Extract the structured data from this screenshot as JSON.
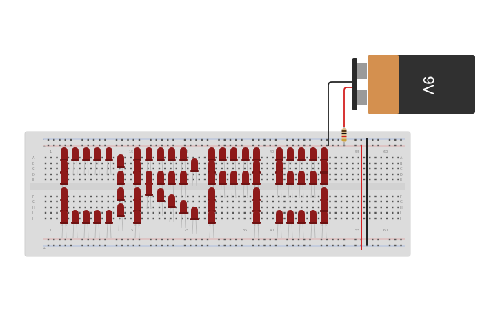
{
  "battery": {
    "voltage_label": "9V",
    "body_color": "#303030",
    "label_color": "#d4904f"
  },
  "breadboard": {
    "board_color": "#dcdcdc",
    "row_letters_top": [
      "A",
      "B",
      "C",
      "D",
      "E"
    ],
    "row_letters_bottom": [
      "F",
      "G",
      "H",
      "I",
      "J"
    ],
    "column_numbers": [
      "1",
      "15",
      "25",
      "35",
      "40",
      "55",
      "60"
    ],
    "positive_rail_symbol": "+",
    "negative_rail_symbol": "-"
  },
  "components": {
    "led_color": "#8e1a1a",
    "led_count": 56,
    "resistor_count": 1,
    "positive_wire_color": "#d42020",
    "negative_wire_color": "#222222"
  }
}
